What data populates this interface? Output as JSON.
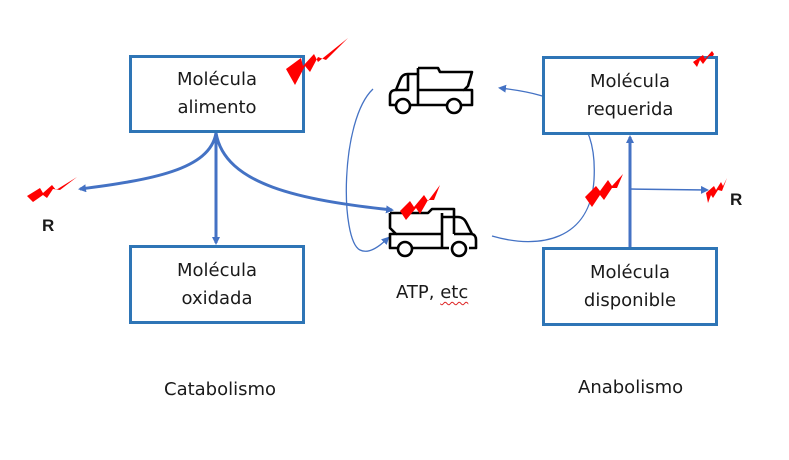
{
  "diagram": {
    "colors": {
      "box_border": "#2e75b6",
      "arrow": "#4472c4",
      "lightning": "#ff0000",
      "truck": "#000000"
    },
    "boxes": {
      "food_molecule": [
        "Molécula",
        "alimento"
      ],
      "oxidized_molecule": [
        "Molécula",
        "oxidada"
      ],
      "required_molecule": [
        "Molécula",
        "requerida"
      ],
      "available_molecule": [
        "Molécula",
        "disponible"
      ]
    },
    "energy_carrier_label": {
      "main": "ATP,",
      "rest": "etc"
    },
    "release_label_left": "R",
    "release_label_right": "R",
    "section_labels": {
      "catabolism": "Catabolismo",
      "anabolism": "Anabolismo"
    },
    "icons": {
      "empty_truck": "dump-truck-icon (empty, uncharged)",
      "loaded_truck": "dump-truck-icon (charged with energy)",
      "energy": "lightning-bolt-icon"
    }
  }
}
